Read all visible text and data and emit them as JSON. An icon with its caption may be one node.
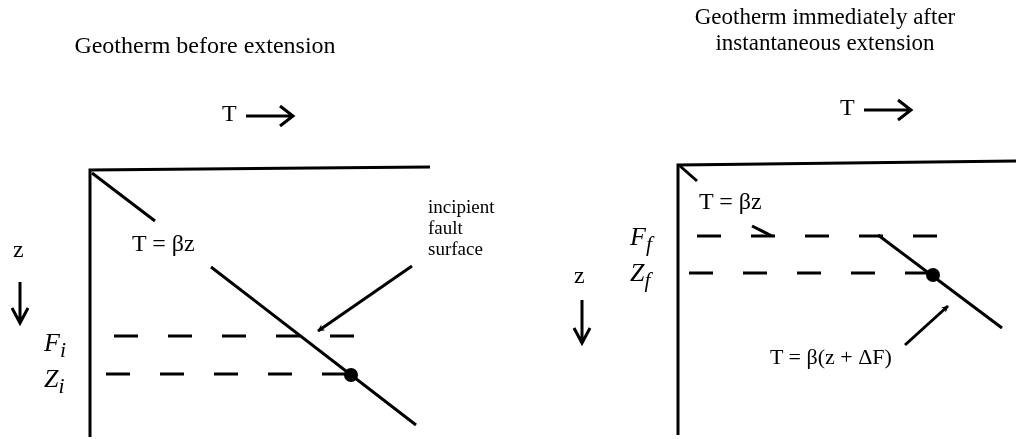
{
  "diagram": {
    "nodes": [
      {
        "text": [
          "incipient fault surface"
        ]
      },
      {
        "text": [
          "T = β(z + ΔF)"
        ]
      }
    ],
    "edges": [
      {
        "from": 0,
        "to": null,
        "arrow": "to"
      },
      {
        "from": 1,
        "to": null,
        "arrow": "to"
      }
    ],
    "labels": [
      "Geotherm before extension",
      "T",
      "z",
      "T = βz",
      "F$_{i}$",
      "Z$_{i}$",
      "Geotherm immediately after instantaneous extension",
      "T",
      "T = βz",
      "F$_{f}$",
      "z",
      "Z$_{f}$"
    ]
  }
}
